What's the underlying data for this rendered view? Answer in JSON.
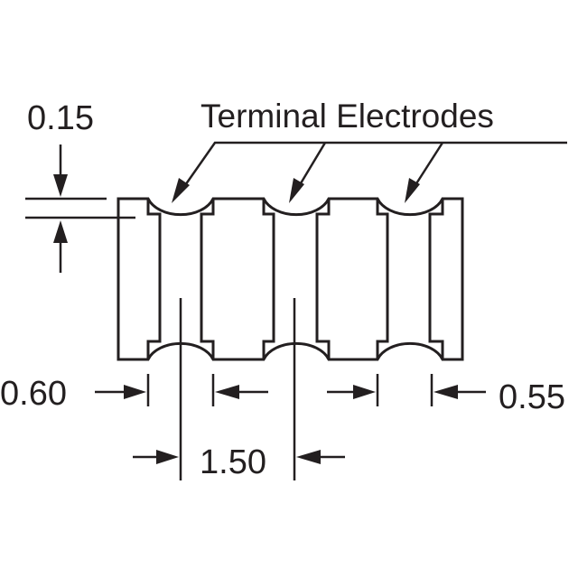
{
  "diagram": {
    "callout_label": "Terminal Electrodes",
    "dimensions": {
      "terminal_thickness": "0.15",
      "terminal_width": "0.60",
      "pitch": "1.50",
      "end_terminal_width": "0.55"
    }
  },
  "colors": {
    "ink": "#231f20",
    "background": "#ffffff"
  }
}
